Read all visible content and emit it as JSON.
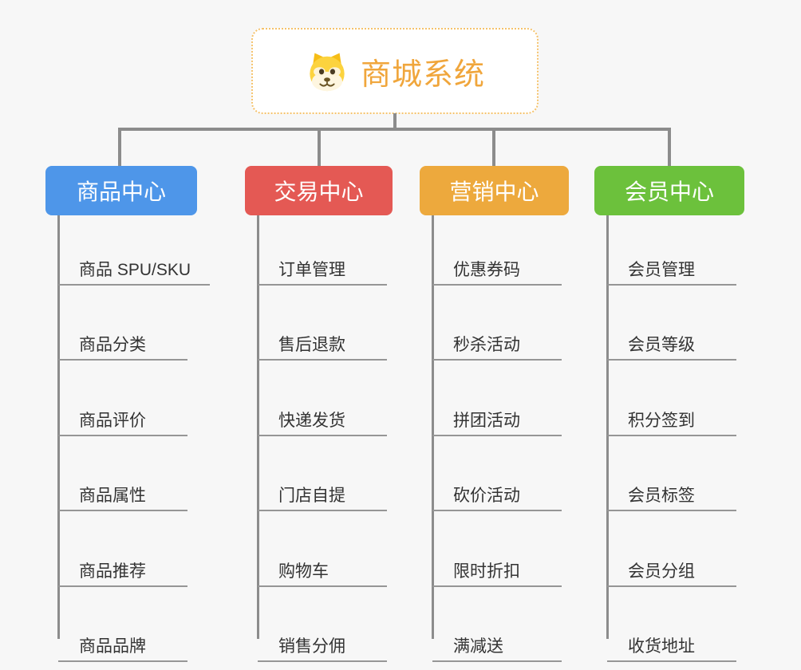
{
  "root": {
    "title": "商城系统",
    "icon": "dog-face-icon",
    "accent_color": "#f0a63c",
    "border_color": "#f5c26b"
  },
  "connector_color": "#8c8c8c",
  "underline_color": "#969696",
  "background_color": "#f7f7f7",
  "branches": [
    {
      "label": "商品中心",
      "color": "#4e96e9",
      "items": [
        "商品 SPU/SKU",
        "商品分类",
        "商品评价",
        "商品属性",
        "商品推荐",
        "商品品牌"
      ]
    },
    {
      "label": "交易中心",
      "color": "#e45954",
      "items": [
        "订单管理",
        "售后退款",
        "快递发货",
        "门店自提",
        "购物车",
        "销售分佣"
      ]
    },
    {
      "label": "营销中心",
      "color": "#eda93d",
      "items": [
        "优惠券码",
        "秒杀活动",
        "拼团活动",
        "砍价活动",
        "限时折扣",
        "满减送"
      ]
    },
    {
      "label": "会员中心",
      "color": "#6cc13c",
      "items": [
        "会员管理",
        "会员等级",
        "积分签到",
        "会员标签",
        "会员分组",
        "收货地址"
      ]
    }
  ]
}
